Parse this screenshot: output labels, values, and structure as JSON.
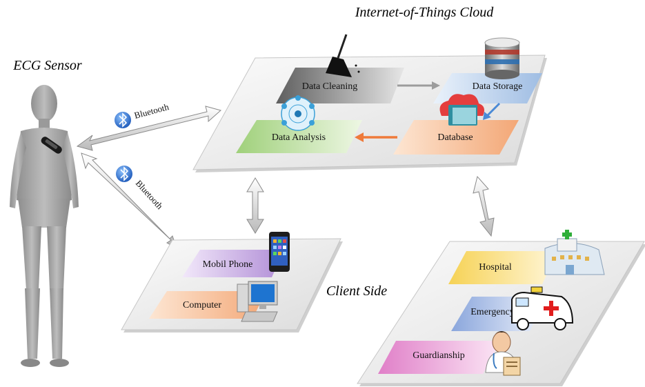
{
  "labels": {
    "iot_cloud": "Internet-of-Things Cloud",
    "ecg_sensor": "ECG Sensor",
    "client_side": "Client Side"
  },
  "links": {
    "bluetooth_top": "Bluetooth",
    "bluetooth_bottom": "Bluetooth"
  },
  "cloud": {
    "data_cleaning": "Data Cleaning",
    "data_storage": "Data Storage",
    "database": "Database",
    "data_analysis": "Data Analysis"
  },
  "client": {
    "mobile_phone": "Mobil Phone",
    "computer": "Computer"
  },
  "services": {
    "hospital": "Hospital",
    "emergency": "Emergency",
    "guardianship": "Guardianship"
  },
  "colors": {
    "platform": "#f0f0f0",
    "data_cleaning": "#8a8a8a",
    "data_storage": "#bcd3ec",
    "database": "#f7c9a6",
    "data_analysis": "#cfe6b4",
    "mobile_phone": "#d2b9e6",
    "computer": "#f7c9a6",
    "hospital": "#fbe7a3",
    "emergency": "#c4d1ec",
    "guardianship": "#f0bfe2",
    "flow_arrow": "#ef7a3a"
  }
}
